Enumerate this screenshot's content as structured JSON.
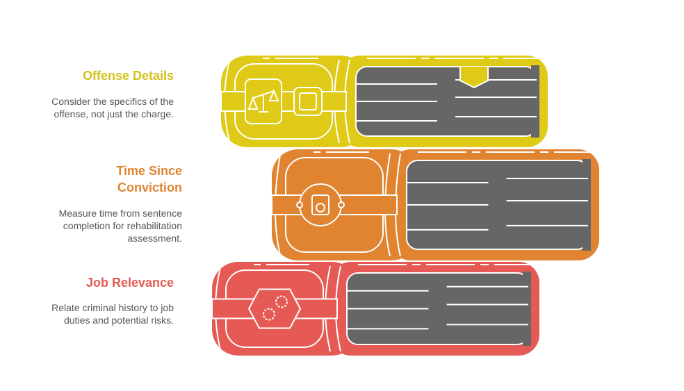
{
  "items": [
    {
      "title": "Offense Details",
      "description": "Consider the specifics of the offense, not just the charge.",
      "color": "#dfcb17",
      "icon": "scales-and-buckle-icon"
    },
    {
      "title": "Time Since Conviction",
      "description": "Measure time from sentence completion for rehabilitation assessment.",
      "color": "#e08431",
      "icon": "calendar-skull-icon"
    },
    {
      "title": "Job Relevance",
      "description": "Relate criminal history to job duties and potential risks.",
      "color": "#e55a54",
      "icon": "gears-icon"
    }
  ],
  "page_color": "#666666"
}
